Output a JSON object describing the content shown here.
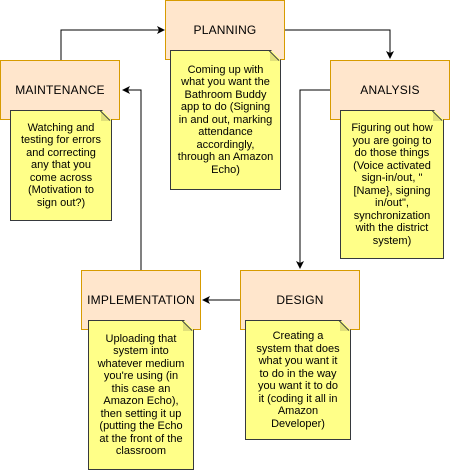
{
  "phases": {
    "planning": "PLANNING",
    "analysis": "ANALYSIS",
    "design": "DESIGN",
    "implementation": "IMPLEMENTATION",
    "maintenance": "MAINTENANCE"
  },
  "notes": {
    "planning": "Coming up with\nwhat you want the\nBathroom Buddy\napp to do (Signing\nin and out, marking\nattendance\naccordingly,\nthrough an Amazon\nEcho)",
    "analysis": "Figuring out how\nyou are going to\ndo those things\n(Voice activated\nsign-in/out, \"\n[Name}, signing\nin/out\",\nsynchronization\nwith the district\nsystem)",
    "design": "Creating a\nsystem that does\nwhat you want it\nto do in the way\nyou want it to do\nit (coding it all in\nAmazon\nDeveloper)",
    "implementation": "Uploading that\nsystem into\nwhatever medium\nyou're using (in\nthis case an\nAmazon Echo),\nthen setting it up\n(putting the Echo\nat the front of the\nclassroom",
    "maintenance": "Watching and\ntesting for errors\nand correcting\nany that you\ncome across\n(Motivation to\nsign out?)"
  },
  "colors": {
    "phase_fill": "#ffe6cc",
    "phase_border": "#d79b00",
    "note_fill": "#ffff88",
    "note_border": "#36393d",
    "arrow": "#000000"
  }
}
